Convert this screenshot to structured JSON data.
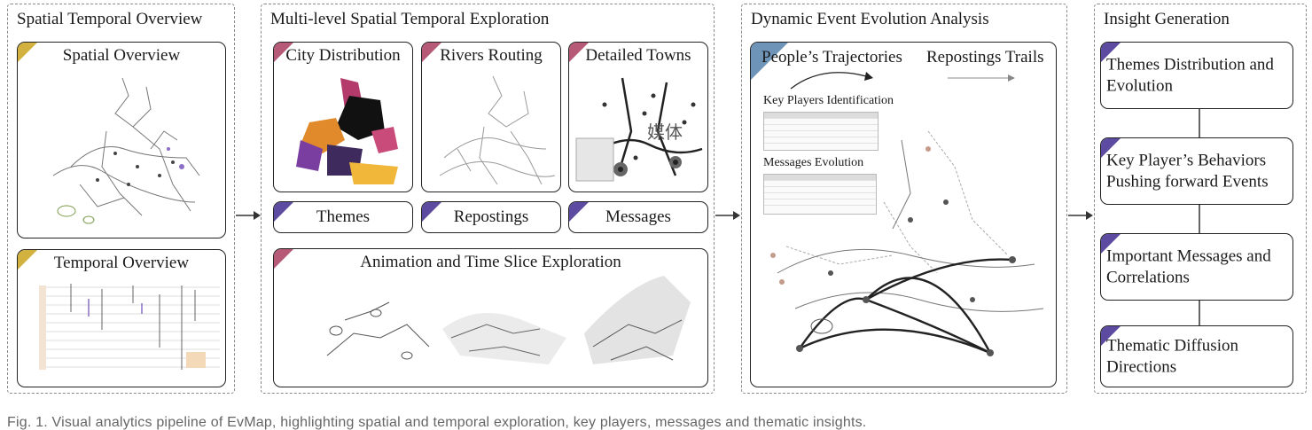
{
  "stages": [
    {
      "title": "Spatial Temporal Overview"
    },
    {
      "title": "Multi-level Spatial Temporal Exploration"
    },
    {
      "title": "Dynamic Event Evolution Analysis"
    },
    {
      "title": "Insight Generation"
    }
  ],
  "overview": {
    "spatial": "Spatial Overview",
    "temporal": "Temporal Overview"
  },
  "exploration": {
    "city": "City Distribution",
    "rivers": "Rivers Routing",
    "towns": "Detailed Towns",
    "themes": "Themes",
    "repostings": "Repostings",
    "messages": "Messages",
    "animation": "Animation and Time Slice Exploration",
    "towns_glyph": "媒体"
  },
  "dynamics": {
    "trajectories": "People’s Trajectories",
    "trails": "Repostings Trails",
    "key_players": "Key Players Identification",
    "messages_evolution": "Messages Evolution"
  },
  "insights": [
    {
      "label": "Themes Distribution and Evolution"
    },
    {
      "label": "Key Player’s Behaviors Pushing forward Events"
    },
    {
      "label": "Important Messages and Correlations"
    },
    {
      "label": "Thematic Diffusion Directions"
    }
  ],
  "caption": "Fig. 1. Visual analytics pipeline of EvMap, highlighting spatial and temporal exploration, key players, messages and thematic insights.",
  "colors": {
    "yellow": "#d3b13f",
    "purple": "#5d4ba1",
    "pink": "#b65a78",
    "blue": "#6e94b8"
  },
  "icons": [
    "arrow-right-icon",
    "corner-tag-icon"
  ]
}
